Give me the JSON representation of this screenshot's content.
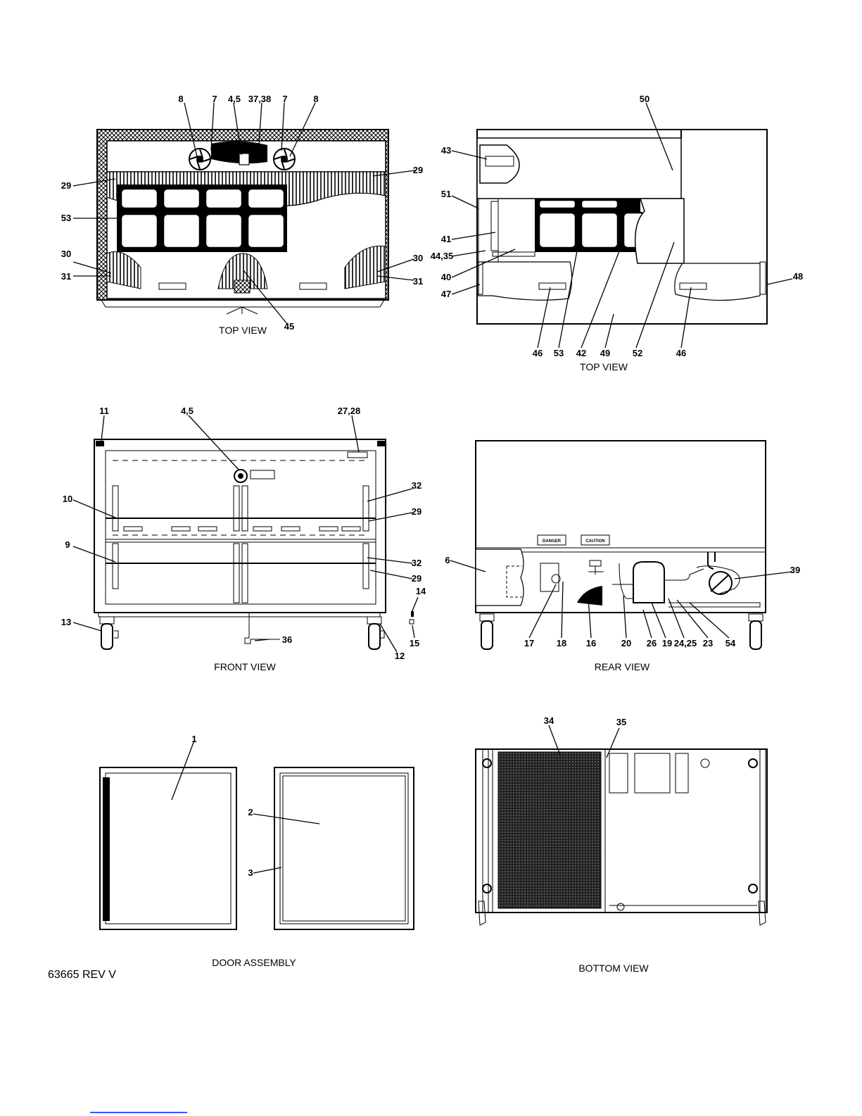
{
  "views": {
    "top_view_left": {
      "title": "TOP VIEW",
      "callouts": [
        "8",
        "7",
        "4,5",
        "37,38",
        "7",
        "8",
        "29",
        "29",
        "53",
        "30",
        "31",
        "30",
        "31",
        "45"
      ]
    },
    "top_view_right": {
      "title": "TOP VIEW",
      "callouts": [
        "50",
        "43",
        "51",
        "41",
        "44,35",
        "40",
        "47",
        "48",
        "46",
        "53",
        "42",
        "49",
        "52",
        "46"
      ]
    },
    "front_view": {
      "title": "FRONT VIEW",
      "callouts": [
        "11",
        "4,5",
        "27,28",
        "10",
        "32",
        "29",
        "9",
        "32",
        "29",
        "14",
        "13",
        "15",
        "36",
        "12"
      ]
    },
    "rear_view": {
      "title": "REAR VIEW",
      "labels": [
        "DANGER",
        "CAUTION"
      ],
      "callouts": [
        "6",
        "39",
        "17",
        "18",
        "16",
        "20",
        "26",
        "19",
        "24,25",
        "23",
        "54"
      ]
    },
    "door_assembly": {
      "title": "DOOR ASSEMBLY",
      "callouts": [
        "1",
        "2",
        "3"
      ]
    },
    "bottom_view": {
      "title": "BOTTOM VIEW",
      "callouts": [
        "34",
        "35"
      ]
    }
  },
  "document_number": "63665  REV V"
}
